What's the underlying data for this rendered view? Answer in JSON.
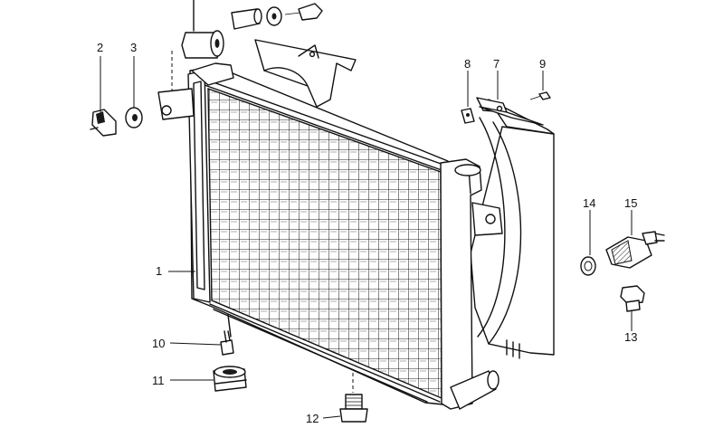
{
  "diagram": {
    "callouts": [
      "1",
      "2",
      "3",
      "7",
      "8",
      "9",
      "10",
      "11",
      "12",
      "13",
      "14",
      "15"
    ]
  }
}
